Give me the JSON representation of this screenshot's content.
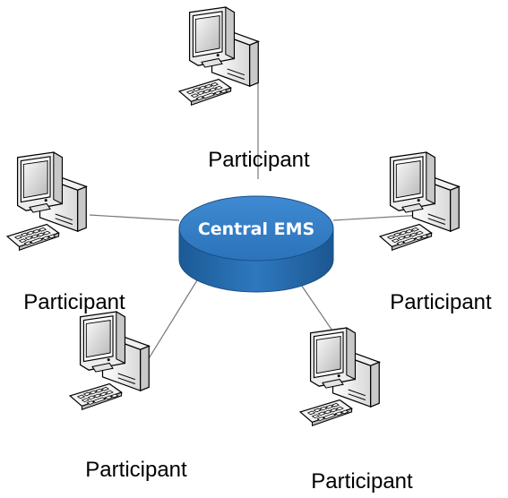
{
  "diagram": {
    "hub": {
      "label": "Central EMS"
    },
    "nodes": [
      {
        "label": "Participant"
      },
      {
        "label": "Participant"
      },
      {
        "label": "Participant"
      },
      {
        "label": "Participant"
      },
      {
        "label": "Participant"
      }
    ]
  }
}
